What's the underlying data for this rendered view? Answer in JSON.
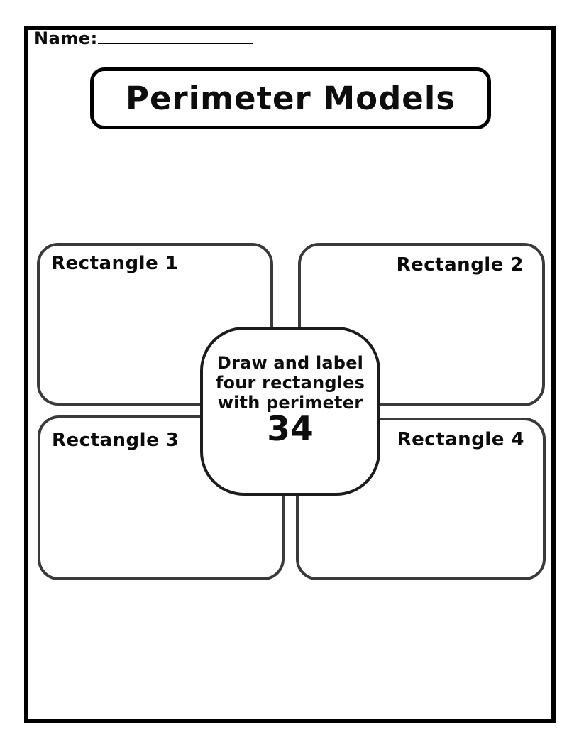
{
  "header": {
    "name_label": "Name:",
    "title": "Perimeter Models"
  },
  "center": {
    "line1": "Draw and label",
    "line2": "four rectangles",
    "line3": "with perimeter",
    "value": "34"
  },
  "rectangles": [
    {
      "label": "Rectangle 1"
    },
    {
      "label": "Rectangle 2"
    },
    {
      "label": "Rectangle 3"
    },
    {
      "label": "Rectangle 4"
    }
  ],
  "colors": {
    "page_border": "#000000",
    "rect_border": "#3a3a3a",
    "center_border": "#1c1c1c",
    "text_color": "#0d0d0d"
  }
}
